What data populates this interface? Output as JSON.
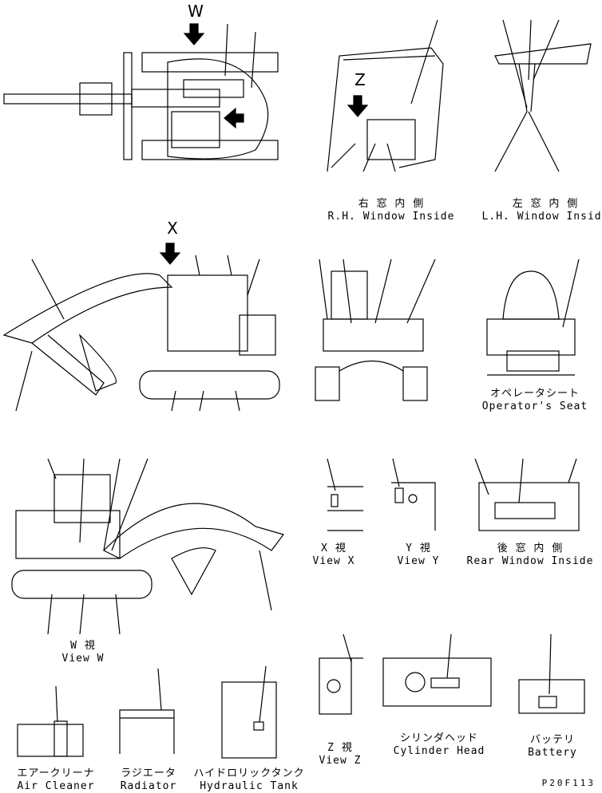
{
  "view_markers": {
    "w": "W",
    "x": "X",
    "z": "Z"
  },
  "labels": {
    "rh_window": {
      "jp": "右 窓 内 側",
      "en": "R.H. Window Inside"
    },
    "lh_window": {
      "jp": "左 窓 内 側",
      "en": "L.H. Window Inside"
    },
    "operator_seat": {
      "jp": "オペレータシート",
      "en": "Operator's Seat"
    },
    "view_x": {
      "jp": "X  視",
      "en": "View X"
    },
    "view_y": {
      "jp": "Y  視",
      "en": "View Y"
    },
    "rear_window": {
      "jp": "後 窓 内 側",
      "en": "Rear Window Inside"
    },
    "view_w": {
      "jp": "W  視",
      "en": "View W"
    },
    "view_z": {
      "jp": "Z  視",
      "en": "View Z"
    },
    "cylinder_head": {
      "jp": "シリンダヘッド",
      "en": "Cylinder Head"
    },
    "battery": {
      "jp": "バッテリ",
      "en": "Battery"
    },
    "air_cleaner": {
      "jp": "エアークリーナ",
      "en": "Air Cleaner"
    },
    "radiator": {
      "jp": "ラジエータ",
      "en": "Radiator"
    },
    "hydraulic_tank": {
      "jp": "ハイドロリックタンク",
      "en": "Hydraulic Tank"
    }
  },
  "drawing_code": "P20F113"
}
